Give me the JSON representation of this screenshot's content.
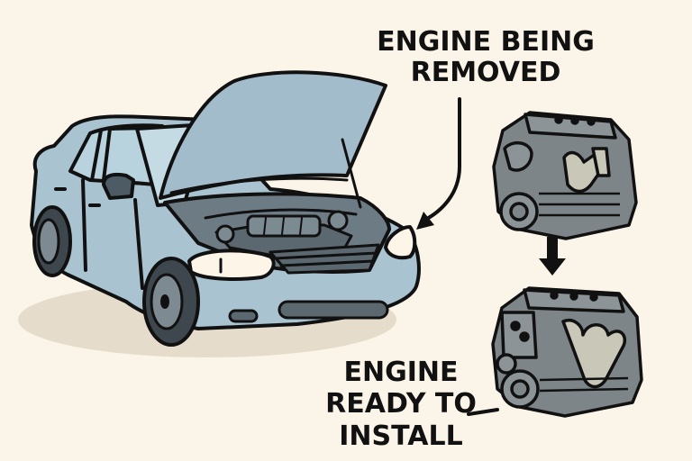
{
  "labels": {
    "removed": {
      "line1": "ENGINE BEING",
      "line2": "REMOVED"
    },
    "ready": {
      "line1": "ENGINE",
      "line2": "READY TO",
      "line3": "INSTALL"
    }
  },
  "icons": [
    "car-icon",
    "engine-icon",
    "engine-icon",
    "arrow-down-icon",
    "curved-arrow-icon"
  ],
  "colors": {
    "background": "#fbf4e8",
    "car_body": "#a9c3d1",
    "car_dark": "#5f7581",
    "engine": "#7d8589",
    "manifold": "#c9c7b8",
    "outline": "#111111"
  }
}
